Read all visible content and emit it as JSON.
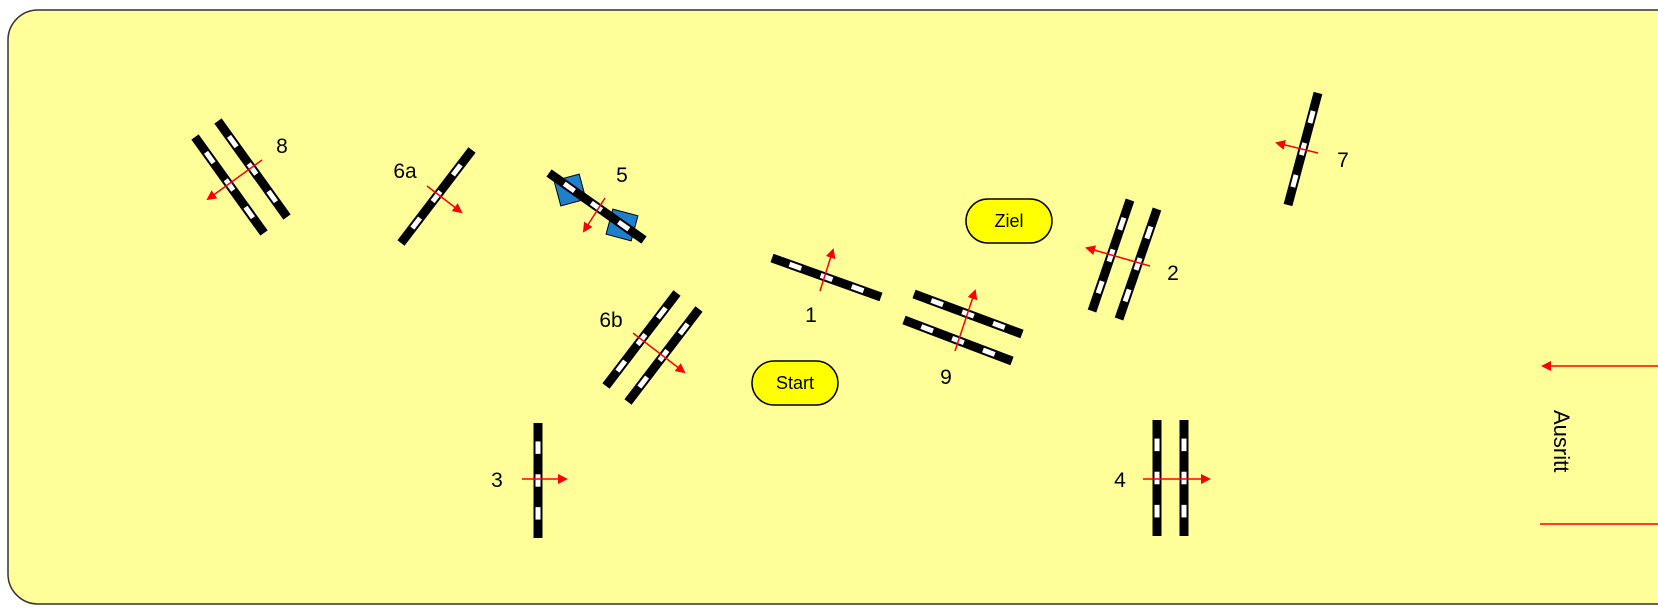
{
  "course": {
    "start_label": "Start",
    "finish_label": "Ziel",
    "exit_label": "Ausritt"
  },
  "obstacles": [
    {
      "number": "1"
    },
    {
      "number": "2"
    },
    {
      "number": "3"
    },
    {
      "number": "4"
    },
    {
      "number": "5"
    },
    {
      "number": "6a"
    },
    {
      "number": "6b"
    },
    {
      "number": "7"
    },
    {
      "number": "8"
    },
    {
      "number": "9"
    }
  ],
  "colors": {
    "arena_fill": "#FFFF99",
    "pill_fill": "#FFFF00",
    "direction_arrow": "#FF0000",
    "wing_blue": "#1E7FCB",
    "pole_black": "#000000",
    "pole_white": "#FFFFFF"
  }
}
